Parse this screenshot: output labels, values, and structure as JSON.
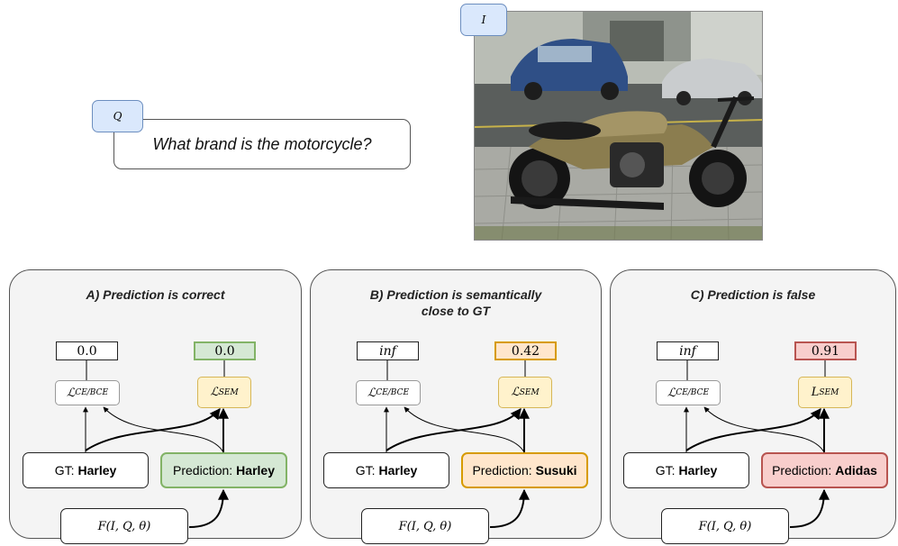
{
  "question": {
    "tag": "Q",
    "text": "What brand is the motorcycle?"
  },
  "image": {
    "tag": "I"
  },
  "panels": [
    {
      "title": "A) Prediction is correct",
      "title_line2": "",
      "ce_value": "0.0",
      "sem_value": "0.0",
      "ce_label": "CE/BCE",
      "sem_label": "SEM",
      "gt_prefix": "GT:",
      "gt": "Harley",
      "pred_prefix": "Prediction:",
      "prediction": "Harley",
      "model": "F(I, Q, θ)",
      "color_fill": "#d5e8d4",
      "color_border": "#82b366"
    },
    {
      "title": "B) Prediction is semantically",
      "title_line2": "close to GT",
      "ce_value": "inf",
      "sem_value": "0.42",
      "ce_label": "CE/BCE",
      "sem_label": "SEM",
      "gt_prefix": "GT:",
      "gt": "Harley",
      "pred_prefix": "Prediction:",
      "prediction": "Susuki",
      "model": "F(I, Q, θ)",
      "color_fill": "#ffe6cc",
      "color_border": "#d79b00"
    },
    {
      "title": "C) Prediction is false",
      "title_line2": "",
      "ce_value": "inf",
      "sem_value": "0.91",
      "ce_label": "CE/BCE",
      "sem_label": "SEM",
      "gt_prefix": "GT:",
      "gt": "Harley",
      "pred_prefix": "Prediction:",
      "prediction": "Adidas",
      "model": "F(I, Q, θ)",
      "color_fill": "#f8cecc",
      "color_border": "#b85450"
    }
  ]
}
